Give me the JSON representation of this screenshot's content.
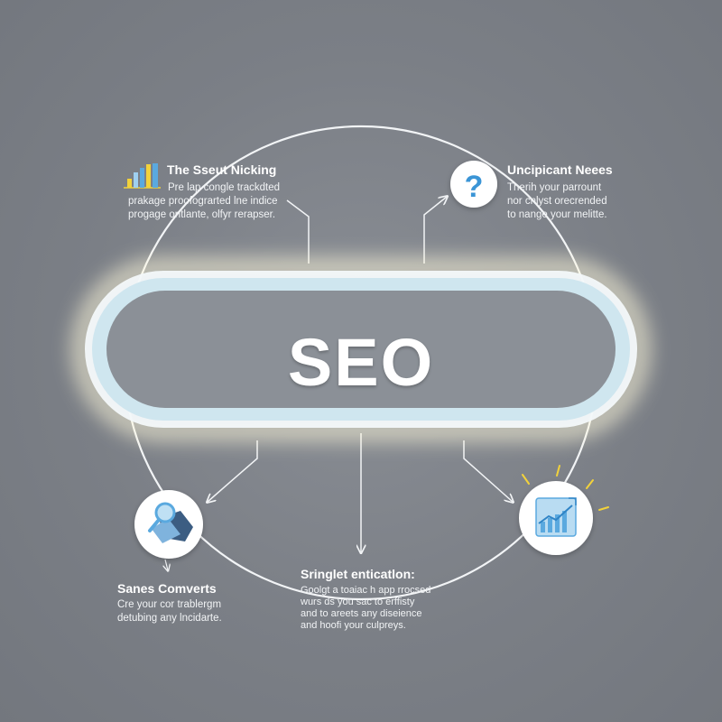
{
  "center": {
    "label": "SEO"
  },
  "nodes": {
    "top_left": {
      "title": "The Sseut Nicking",
      "lines": [
        "Pre lap congle trackdted",
        "prakage proofograrted lne indice",
        "progage ontlante, olfyr rerapser."
      ],
      "icon": "bar-chart-icon"
    },
    "top_right": {
      "title": "Uncipicant Neees",
      "lines": [
        "Therih your parrount",
        "nor cnlyst orecrended",
        "to nange your melitte."
      ],
      "icon": "question-icon"
    },
    "bottom_left": {
      "title": "Sanes Comverts",
      "lines": [
        "Cre your cor trablergm",
        "detubing any lncidarte."
      ],
      "icon": "search-tag-icon"
    },
    "bottom_center": {
      "title": "Sringlet enticatlon:",
      "lines": [
        "Goolgt a toaiac h app rrocsed",
        "wurs ds you sac to erffisty",
        "and to areets  any diseience",
        "and hoofi your culpreys."
      ]
    },
    "bottom_right": {
      "icon": "growth-chart-icon"
    }
  },
  "colors": {
    "background": "#7b7f87",
    "ring": "#f2f4f6",
    "pill_fill": "#d9ecf3",
    "pill_glow": "#fff9dc",
    "icon_blue": "#5aa9df",
    "accent_yellow": "#f2d23b"
  }
}
